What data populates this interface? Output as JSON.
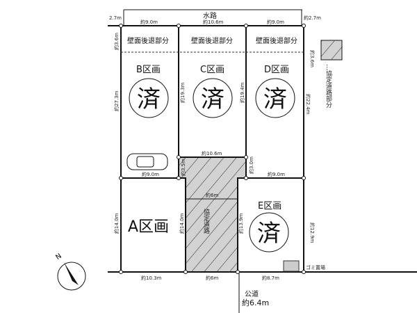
{
  "water_channel": {
    "label": "水路",
    "left_width": "2.7m",
    "right_width": "約2.7m"
  },
  "setback_label": "壁面後退部分",
  "lots": [
    {
      "id": "A",
      "label": "A区画",
      "status": ""
    },
    {
      "id": "B",
      "label": "B区画",
      "status": "済"
    },
    {
      "id": "C",
      "label": "C区画",
      "status": "済"
    },
    {
      "id": "D",
      "label": "D区画",
      "status": "済"
    },
    {
      "id": "E",
      "label": "E区画",
      "status": "済"
    }
  ],
  "dimensions": {
    "top_b": "約9.0m",
    "top_c": "約10.6m",
    "top_d": "約9.0m",
    "setback_left": "約3.6m",
    "setback_right": "約3.6m",
    "b_side": "約27.3m",
    "c_side": "約19.3m",
    "d_side": "約19.4m",
    "d_right": "約22.4m",
    "c_bottom": "約10.6m",
    "b_bottom": "約9.0m",
    "d_bottom": "約9.0m",
    "road_notch_left": "約3.5m",
    "road_notch_right": "約3.0m",
    "road_mid": "約6m",
    "a_left": "約14.0m",
    "a_right": "約14.0m",
    "e_left": "約13.9m",
    "e_right": "約12.9m",
    "a_bottom": "約10.3m",
    "road_bottom": "約6m",
    "e_bottom": "約8.7m"
  },
  "agreement_road": {
    "label": "協定道路",
    "legend": "…協定道路部分",
    "fill": "#cccccc"
  },
  "garbage_area": "ゴミ置場",
  "public_road": {
    "label": "公道",
    "width": "約6.4m"
  },
  "compass": {
    "label": "N"
  }
}
